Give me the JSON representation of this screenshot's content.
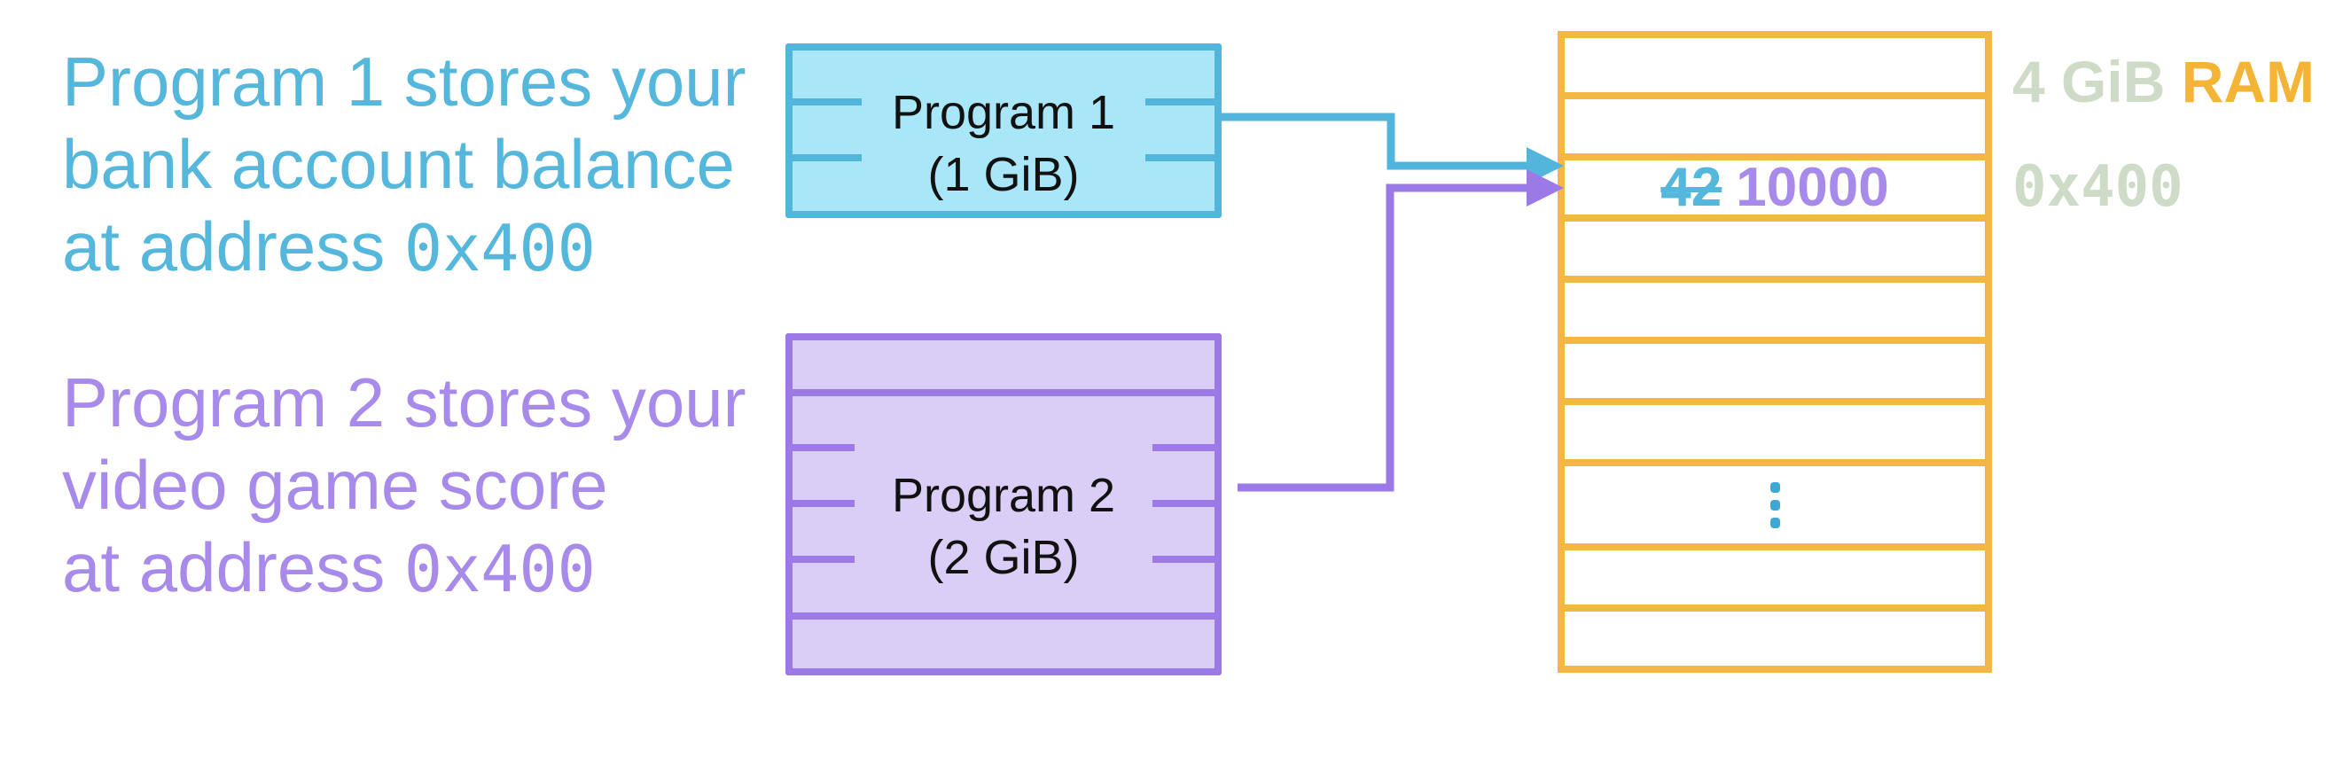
{
  "colors": {
    "bg": "#ffffff",
    "ink": "#111111",
    "cyan": "#52b6dc",
    "cyanText": "#56b7dc",
    "cyanFill": "#a9e7f8",
    "purple": "#9b7ae8",
    "purpleText": "#a78aea",
    "purpleFill": "#dbcef6",
    "orange": "#f2b841",
    "orangeText": "#f4b435",
    "sage": "#cedbc6",
    "dot": "#3da8d8"
  },
  "annotation1": {
    "line1": "Program 1 stores your",
    "line2": "bank account balance",
    "line3_prefix": "at address ",
    "address": "0x400"
  },
  "annotation2": {
    "line1": "Program 2 stores your",
    "line2": "video game score",
    "line3_prefix": "at address ",
    "address": "0x400"
  },
  "program1": {
    "name": "Program 1",
    "size": "(1 GiB)"
  },
  "program2": {
    "name": "Program 2",
    "size": "(2 GiB)"
  },
  "ram": {
    "capacity": "4 GiB",
    "label": "RAM",
    "address": "0x400",
    "old_value": "42",
    "new_value": "10000",
    "rows": 10,
    "value_row": 3,
    "dots_row": 8,
    "dots_count": 3
  }
}
